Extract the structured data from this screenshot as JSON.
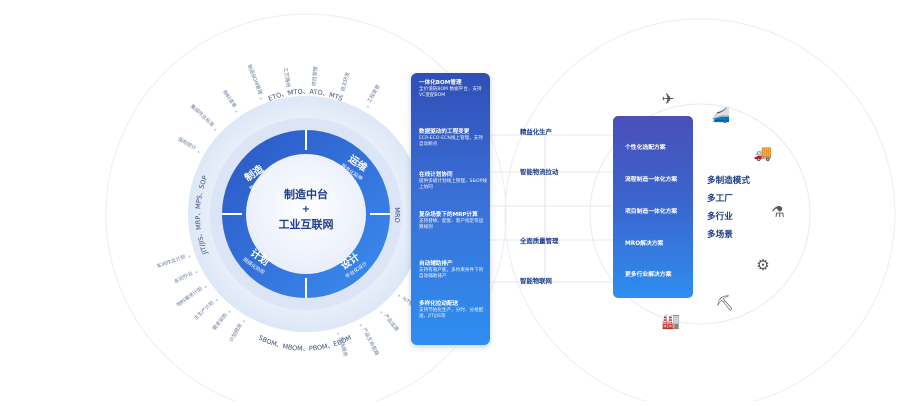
{
  "center": {
    "line1": "制造中台",
    "plus": "+",
    "line2": "工业互联网"
  },
  "quadrants": [
    {
      "title": "制造",
      "subtitle": "智能化生产"
    },
    {
      "title": "运维",
      "subtitle": "服务化延伸"
    },
    {
      "title": "计划",
      "subtitle": "网络化协同"
    },
    {
      "title": "设计",
      "subtitle": "平台化设计"
    }
  ],
  "ring_labels": {
    "top": "ETO、MTO、ATO、MTS",
    "left": "JIT/JIS、MRP、MPS、SOP",
    "right": "MRO",
    "bottom": "SBOM、MBOM、PBOM、EBOM"
  },
  "outer_labels": {
    "top_left": [
      "指标统计",
      "集成作业标准",
      "物料清单",
      "制造BOM管理",
      "工艺路线",
      "项目管理",
      "自主研发",
      "工程变更"
    ],
    "bottom_left": [
      "计划预测",
      "需求采购",
      "主生产计划",
      "物料需求计划",
      "车间作业",
      "车间作业计划"
    ],
    "bottom_right": [
      "数据采集",
      "IoT物联网",
      "产品追溯",
      "产品生命周期",
      "现场服务"
    ]
  },
  "left_panel": [
    {
      "title": "一体化BOM管理",
      "desc": "全价值链BOM 数据平台，支持VC变配BOM"
    },
    {
      "title": "数据驱动的工程变更",
      "desc": "ECR-ECO-ECN线上管理，支持自动断点"
    },
    {
      "title": "在线计划协同",
      "desc": "提供多级计划线上管理，S&OP线上协同"
    },
    {
      "title": "复杂场景下的MRP计算",
      "desc": "支持替换、配套、客户指定等运算规则"
    },
    {
      "title": "自动辅助排产",
      "desc": "支持有限产能，多约束条件下的自动辅助排产"
    },
    {
      "title": "多样化拉动配送",
      "desc": "支持节拍化生产，分时、分批配送，JIT/JIS等"
    }
  ],
  "connectors": [
    "精益化生产",
    "智能物流拉动",
    "全面质量管理",
    "智能物联网"
  ],
  "right_panel": [
    "个性化选配方案",
    "流程制造一体化方案",
    "项目制造一体化方案",
    "MRO解决方案",
    "更多行业解决方案"
  ],
  "right_text": [
    "多制造模式",
    "多工厂",
    "多行业",
    "多场景"
  ],
  "icons": [
    "airplane-icon",
    "train-icon",
    "truck-icon",
    "chemistry-flask-icon",
    "lab-equipment-icon",
    "mining-drill-icon",
    "factory-robot-icon"
  ],
  "colors": {
    "primary": "#2f5fd0",
    "panel_top": "#2f4fb6",
    "panel_bottom": "#2f8ef0",
    "text_dark": "#1d3d8a"
  }
}
